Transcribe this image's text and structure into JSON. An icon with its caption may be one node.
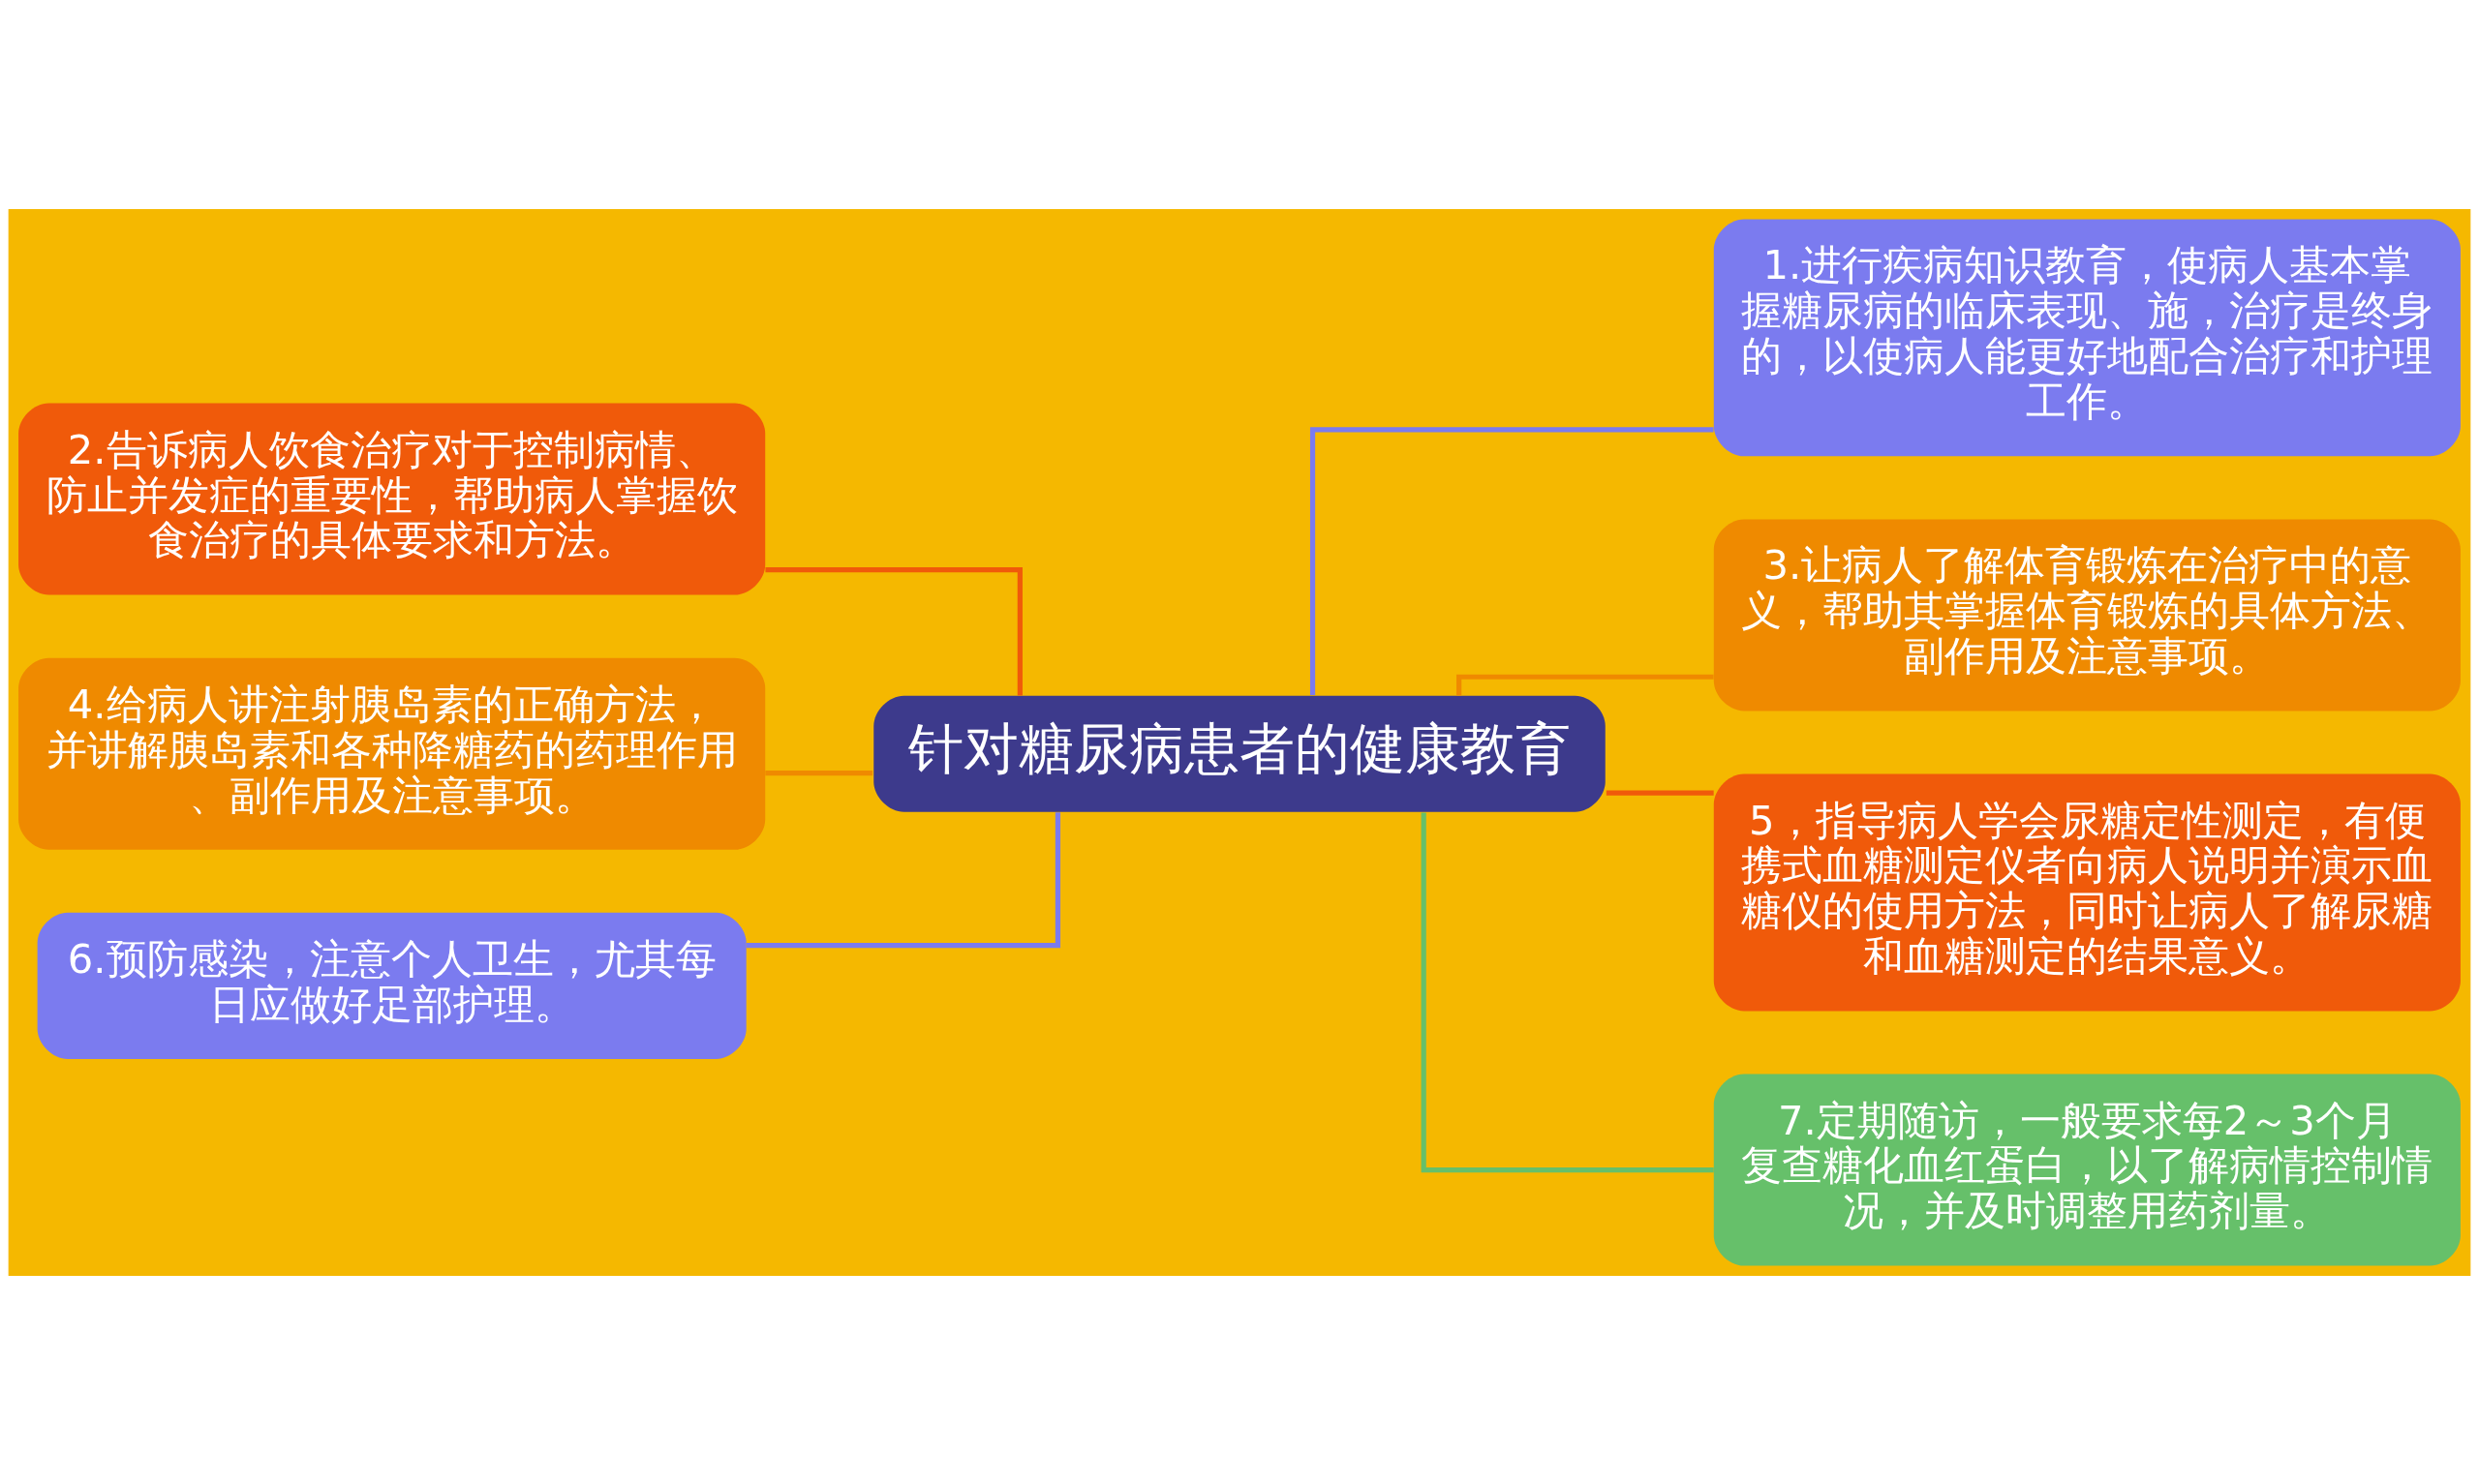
{
  "diagram": {
    "nodes": [
      {
        "text": [
          "针对糖尿病患者的健康教育"
        ]
      },
      {
        "text": [
          "1.进行疾病知识教育，使病人基本掌握糖尿病的临床表现、施，治疗是终身的，以使病人能更好地配合治疗和护理工作。"
        ]
      },
      {
        "text": [
          "2.告诉病人饮食治疗对于控制病情、防止并发症的重要性，帮助病人掌握饮食治疗的具体要求和方法。"
        ]
      },
      {
        "text": [
          "3.让病人了解体育锻炼在治疗中的意义，帮助其掌握体育锻炼的具体方法、副作用及注意事项。"
        ]
      },
      {
        "text": [
          "4.给病人讲注射胰岛素的正确方法，并讲解胰岛素和各种降糖药的药理作用、副作用及注意事项。"
        ]
      },
      {
        "text": [
          "5，指导病人学会尿糖定性测定，有便携式血糖测定仪者向病人说明并演示血糖仪的使用方法，同时让病人了解尿糖和血糖测定的结果意义。"
        ]
      },
      {
        "text": [
          "6.预防感染，注意个人卫生，尤其每日应做好足部护理。"
        ]
      },
      {
        "text": [
          "7.定期随访，一般要求每2～3个月复查糖化血红蛋白，以了解病情控制情况，并及时调整用药剂量。"
        ]
      }
    ],
    "edges": [
      {
        "from": 0,
        "to": 1,
        "arrow": "none",
        "color": "#7b7bef"
      },
      {
        "from": 0,
        "to": 2,
        "arrow": "none",
        "color": "#f05a0a"
      },
      {
        "from": 0,
        "to": 3,
        "arrow": "none",
        "color": "#ef8a00"
      },
      {
        "from": 0,
        "to": 4,
        "arrow": "none",
        "color": "#ef8a00"
      },
      {
        "from": 0,
        "to": 5,
        "arrow": "none",
        "color": "#f05a0a"
      },
      {
        "from": 0,
        "to": 6,
        "arrow": "none",
        "color": "#7b7bef"
      },
      {
        "from": 0,
        "to": 7,
        "arrow": "none",
        "color": "#66c06a"
      }
    ]
  }
}
